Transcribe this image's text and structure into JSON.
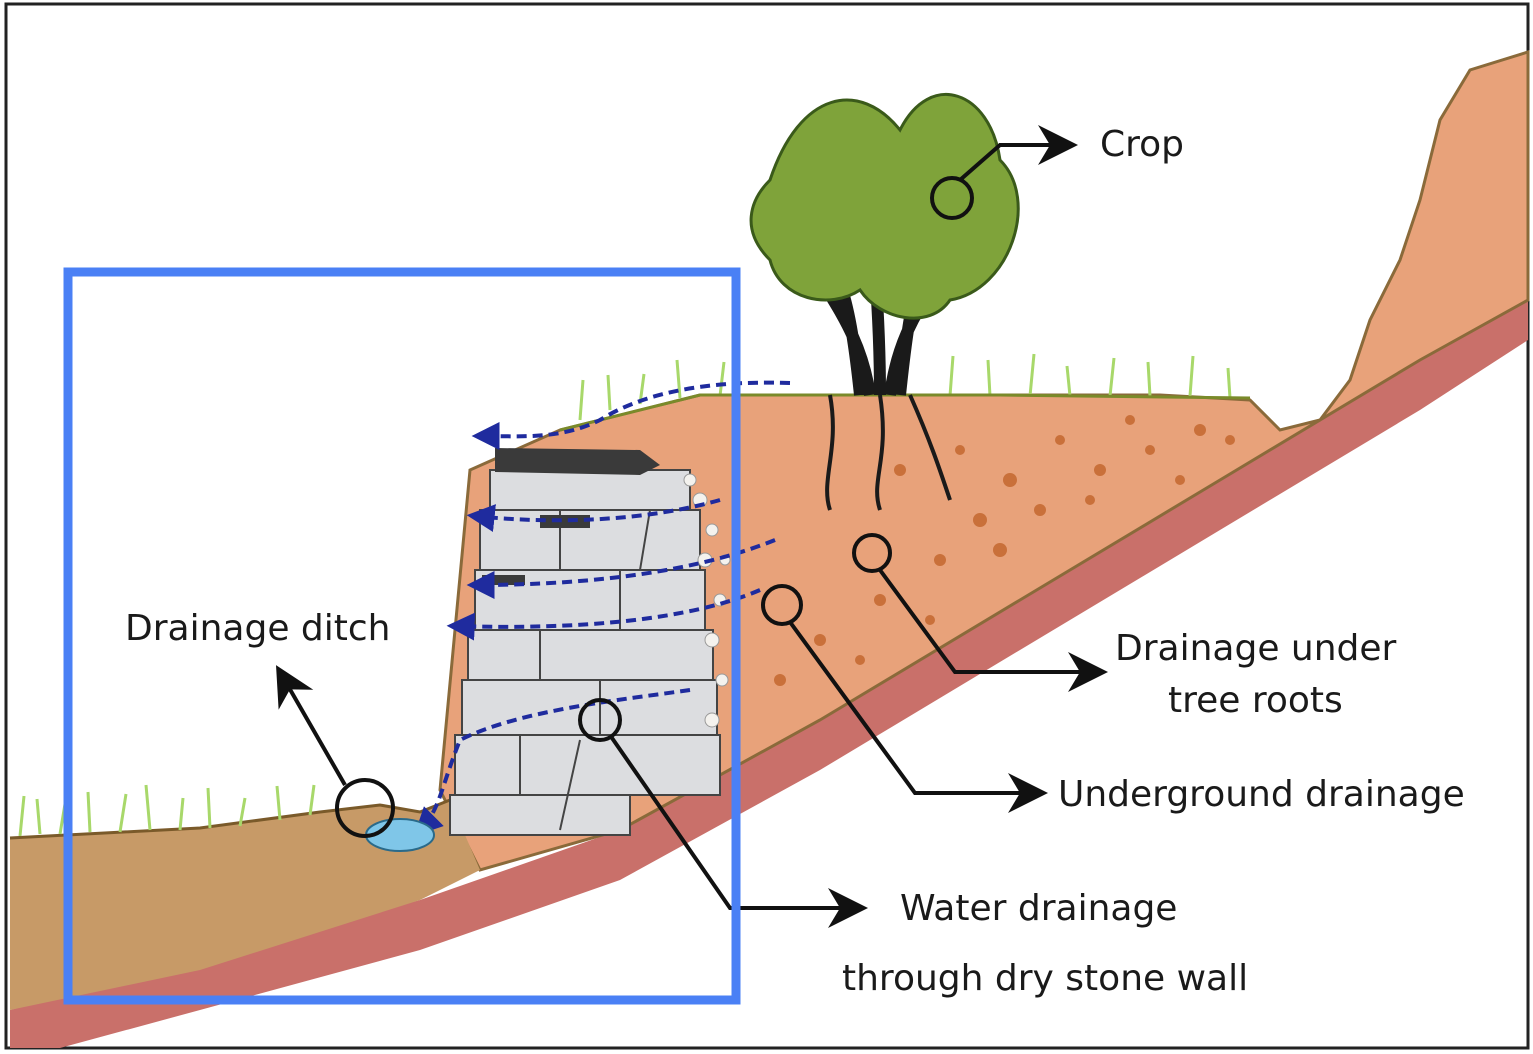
{
  "labels": {
    "crop": "Crop",
    "drainage_ditch": "Drainage ditch",
    "drainage_under_roots_line1": "Drainage under",
    "drainage_under_roots_line2": "tree roots",
    "underground_drainage": "Underground drainage",
    "water_drainage_line1": "Water drainage",
    "water_drainage_line2": "through dry stone wall"
  },
  "colors": {
    "highlight_box": "#4a80f5",
    "soil": "#e8a27a",
    "soil_layer": "#c9706a",
    "ditch_ground": "#c79a67",
    "grass": "#a8d86a",
    "stone": "#dcdde0",
    "leaf": "#7fa33a",
    "water_arrow": "#1f2b9e",
    "annotation": "#111111"
  },
  "icons": {
    "highlight": "blue-selection-rectangle",
    "arrow": "right-arrow-icon"
  }
}
